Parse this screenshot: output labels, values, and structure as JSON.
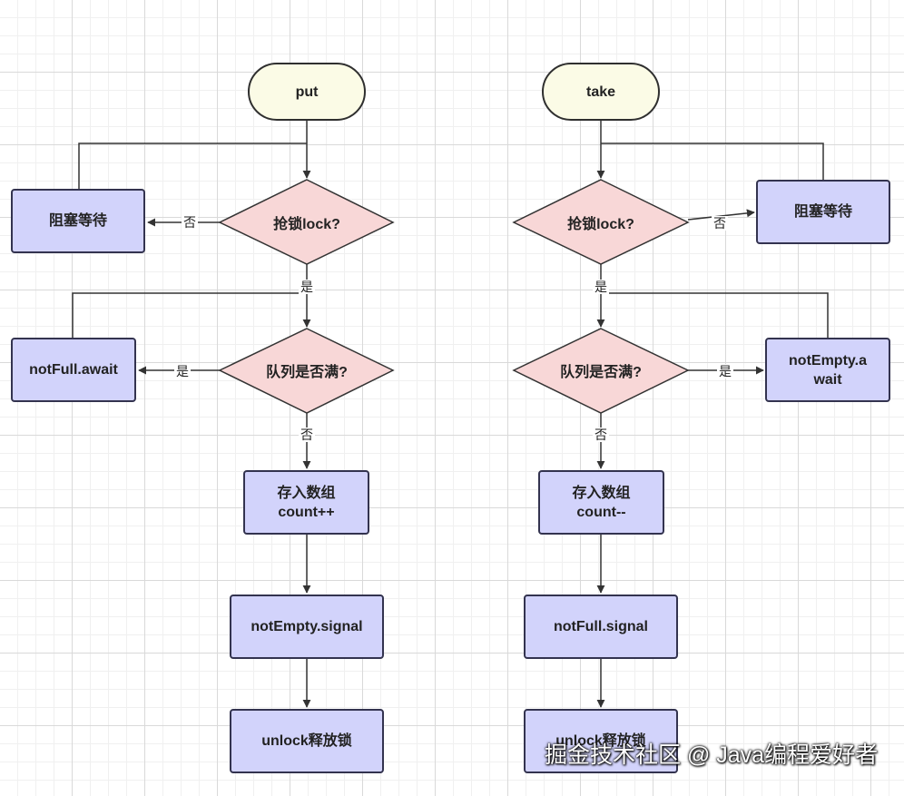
{
  "put_flow": {
    "start": "put",
    "lock_decision": "抢锁lock?",
    "block_wait": "阻塞等待",
    "full_decision": "队列是否满?",
    "await": "notFull.await",
    "store": "存入数组\ncount++",
    "signal": "notEmpty.signal",
    "unlock": "unlock释放锁",
    "edge_lock_no": "否",
    "edge_lock_yes": "是",
    "edge_full_yes": "是",
    "edge_full_no": "否"
  },
  "take_flow": {
    "start": "take",
    "lock_decision": "抢锁lock?",
    "block_wait": "阻塞等待",
    "empty_decision": "队列是否满?",
    "await": "notEmpty.a\nwait",
    "store": "存入数组\ncount--",
    "signal": "notFull.signal",
    "unlock": "unlock释放锁",
    "edge_lock_no": "否",
    "edge_lock_yes": "是",
    "edge_empty_yes": "是",
    "edge_empty_no": "否"
  },
  "watermark": "掘金技术社区 @ Java编程爱好者",
  "colors": {
    "start_fill": "#fbfbe6",
    "process_fill": "#d2d3fb",
    "decision_fill": "#f8d7d7",
    "stroke": "#333333"
  }
}
